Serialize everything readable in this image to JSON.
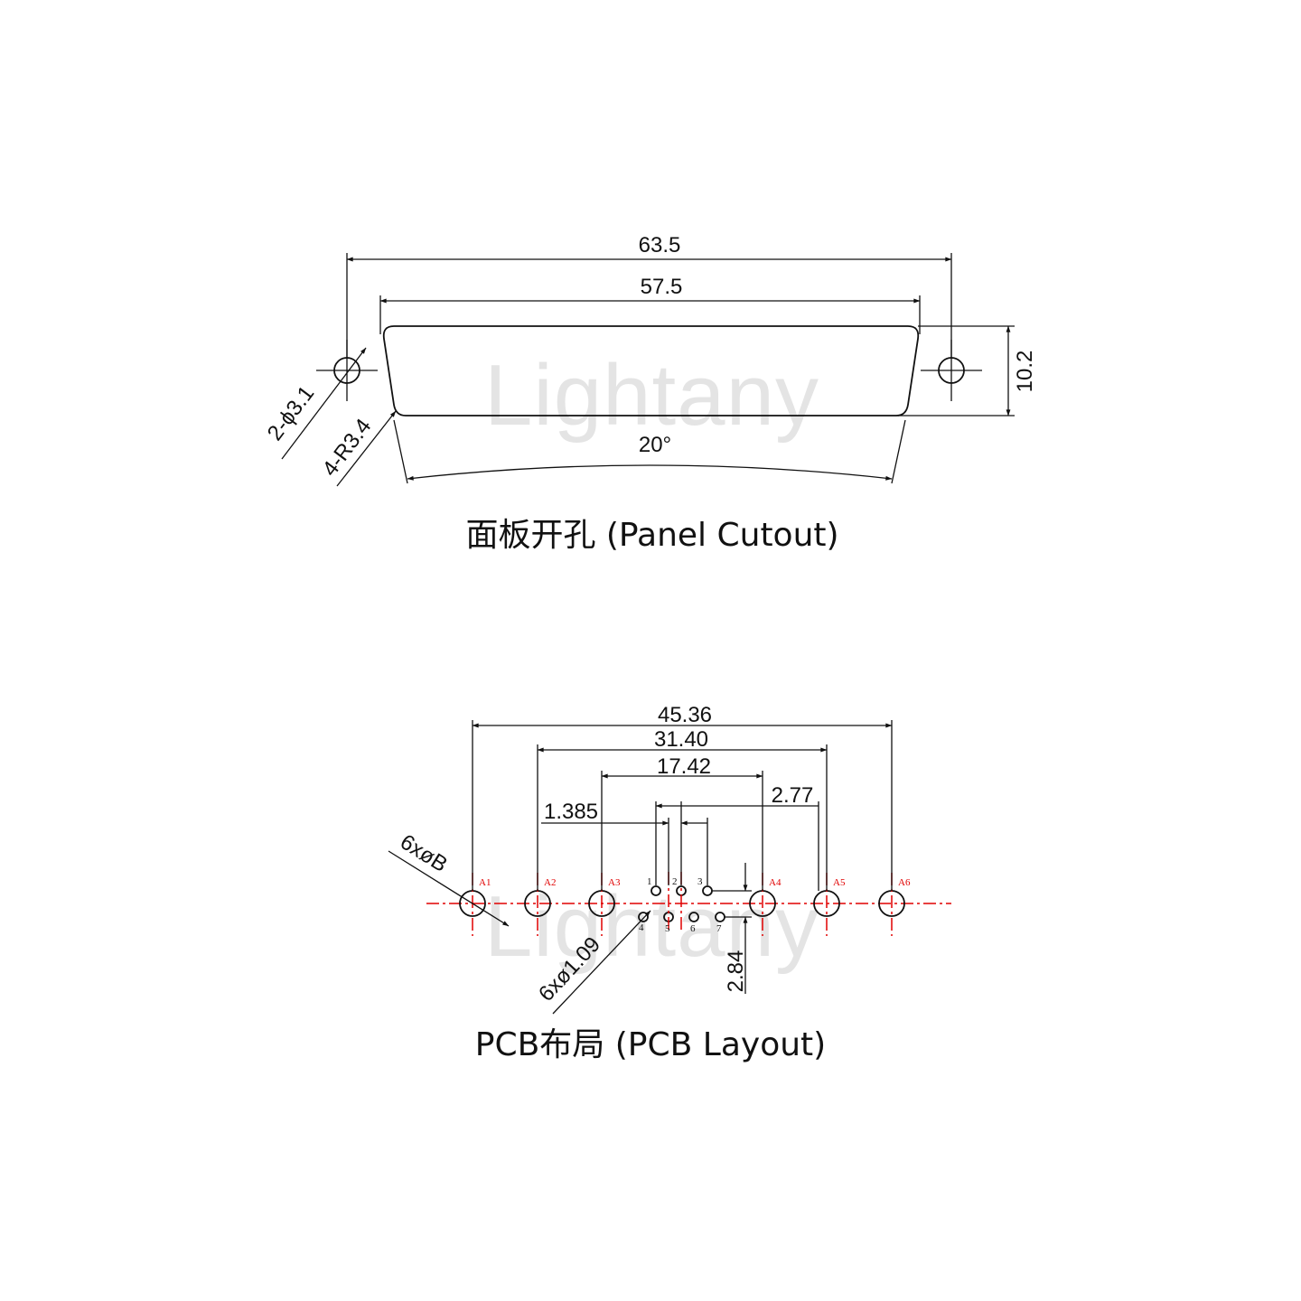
{
  "watermark": "Lightany",
  "panel_cutout": {
    "caption": "面板开孔 (Panel Cutout)",
    "dim_overall": "63.5",
    "dim_shell": "57.5",
    "dim_height": "10.2",
    "dim_hole": "2-ϕ3.1",
    "dim_radius": "4-R3.4",
    "dim_angle": "20°"
  },
  "pcb_layout": {
    "caption": "PCB布局 (PCB Layout)",
    "dim_outer": "45.36",
    "dim_mid": "31.40",
    "dim_inner": "17.42",
    "dim_pitch_x": "1.385",
    "dim_pitch_x2": "2.77",
    "dim_row_y": "2.84",
    "dim_big_hole": "6xøB",
    "dim_small_hole": "6xø1.09",
    "coax_labels": [
      "A1",
      "A2",
      "A3",
      "A4",
      "A5",
      "A6"
    ],
    "signal_labels": [
      "1",
      "2",
      "3",
      "4",
      "5",
      "6",
      "7"
    ]
  }
}
